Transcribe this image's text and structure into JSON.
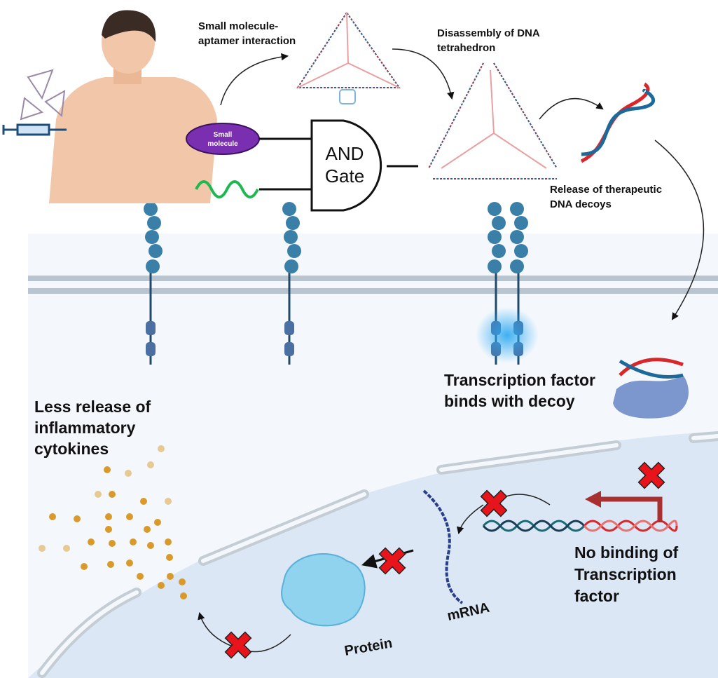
{
  "labels": {
    "aptamer_interaction": [
      "Small molecule-",
      "aptamer interaction"
    ],
    "disassembly": [
      "Disassembly of DNA",
      "tetrahedron"
    ],
    "small_molecule": [
      "Small",
      "molecule"
    ],
    "and_gate": [
      "AND",
      "Gate"
    ],
    "release_decoys": [
      "Release of therapeutic",
      "DNA decoys"
    ],
    "tf_binds": [
      "Transcription factor",
      "binds with decoy"
    ],
    "less_release": [
      "Less release of",
      "inflammatory",
      "cytokines"
    ],
    "no_binding": [
      "No binding of",
      "Transcription",
      "factor"
    ],
    "mrna": "mRNA",
    "protein": "Protein"
  },
  "colors": {
    "cell": "#f4f8fd",
    "nucleus": "#dce7f5",
    "membrane": "#b8c4cf",
    "receptor": "#3a7fa8",
    "receptor_stalk": "#1f4a6e",
    "dna_red": "#d9262b",
    "dna_blue": "#1d6a9a",
    "block_x": "#e8141b",
    "small_molecule": "#7a2fb0",
    "signal_wave": "#1db84f",
    "cytokine": "#d89a2a"
  }
}
